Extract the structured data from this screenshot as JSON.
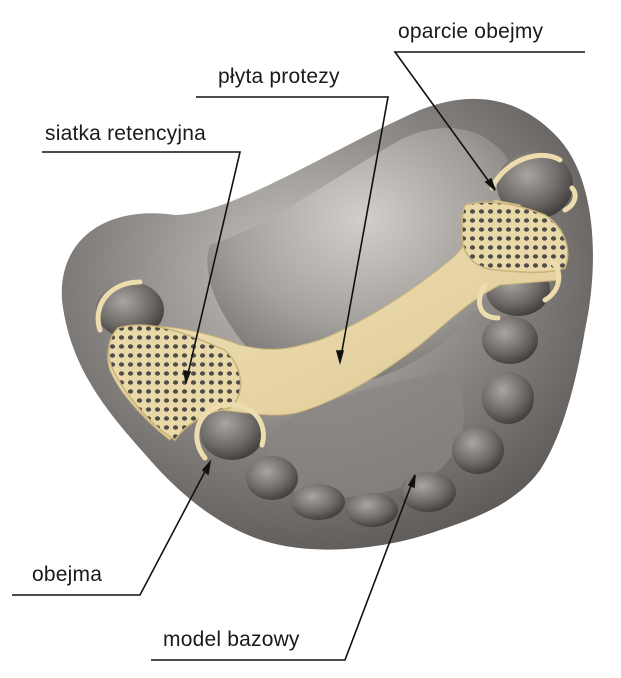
{
  "labels": {
    "oparcie_obejmy": "oparcie obejmy",
    "plyta_protezy": "płyta protezy",
    "siatka_retencyjna": "siatka retencyjna",
    "obejma": "obejma",
    "model_bazowy": "model bazowy"
  },
  "colors": {
    "model": "#7d7a78",
    "model_light": "#b7b3af",
    "model_dark": "#4a4846",
    "prosthesis": "#ecdcae",
    "prosthesis_edge": "#c9b27a",
    "leader_line": "#111111",
    "text": "#1a1a1a"
  }
}
